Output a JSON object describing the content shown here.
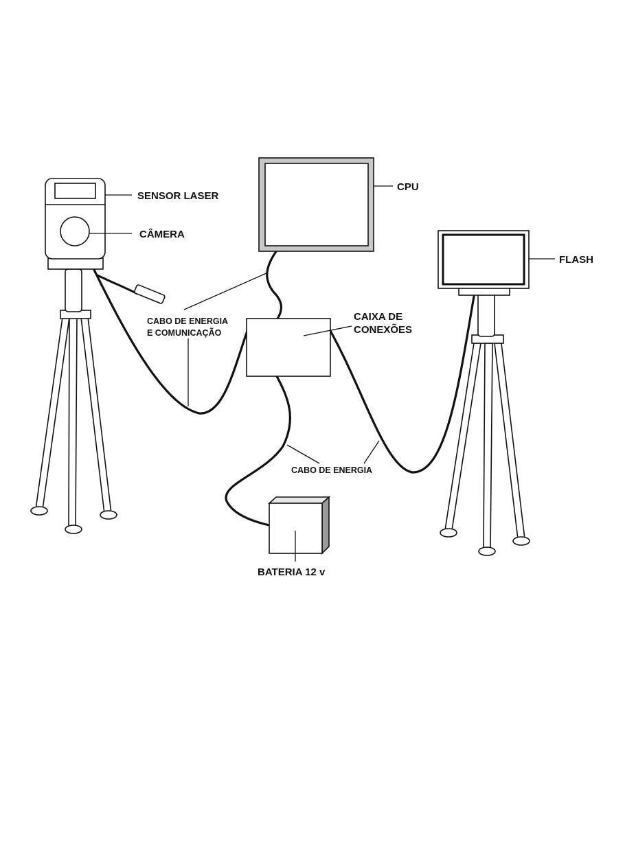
{
  "labels": {
    "sensor_laser": "SENSOR LASER",
    "camera": "CÂMERA",
    "cpu": "CPU",
    "flash": "FLASH",
    "cable_power_comm_line1": "CABO DE ENERGIA",
    "cable_power_comm_line2": "E COMUNICAÇÃO",
    "connection_box_line1": "CAIXA DE",
    "connection_box_line2": "CONEXÕES",
    "power_cable": "CABO DE ENERGIA",
    "battery": "BATERIA 12 v"
  }
}
